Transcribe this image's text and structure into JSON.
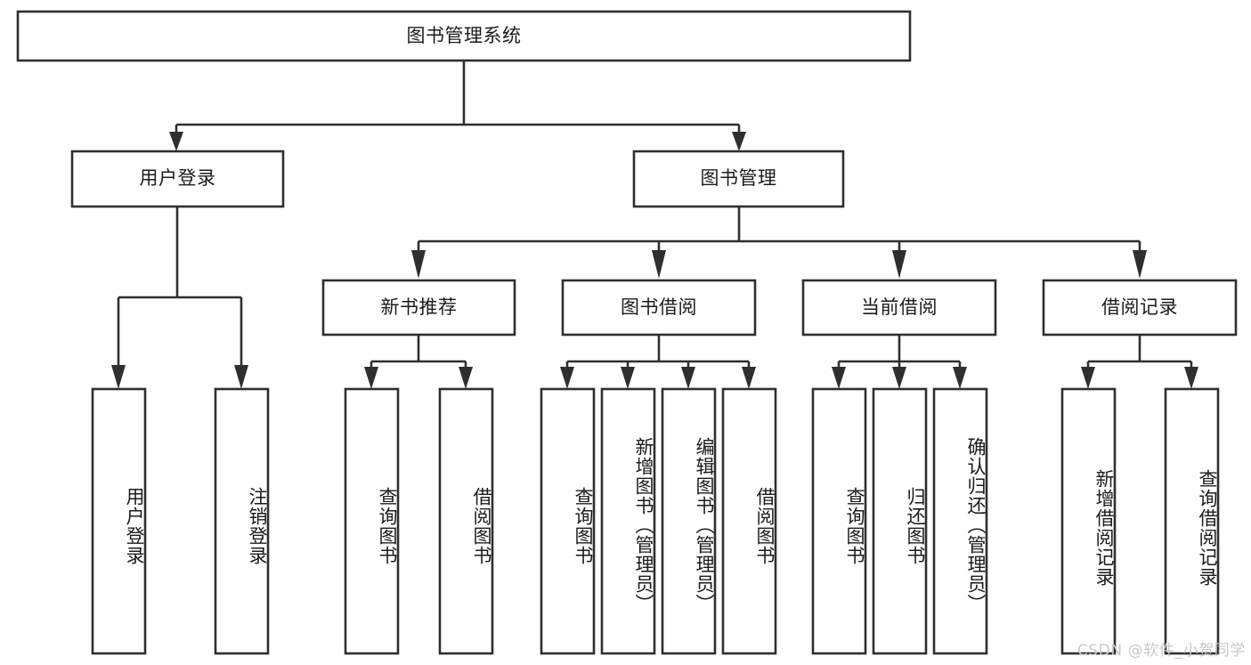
{
  "diagram": {
    "type": "tree-hierarchy-chart",
    "title": "图书管理系统",
    "background_color": "#ffffff",
    "line_color": "#2f2f2f",
    "text_color": "#1b1b1b",
    "root": {
      "label": "图书管理系统"
    },
    "level1": [
      {
        "label": "用户登录"
      },
      {
        "label": "图书管理"
      }
    ],
    "level2": [
      {
        "label": "新书推荐"
      },
      {
        "label": "图书借阅"
      },
      {
        "label": "当前借阅"
      },
      {
        "label": "借阅记录"
      }
    ],
    "leaves": {
      "user_login": [
        {
          "label": "用户登录"
        },
        {
          "label": "注销登录"
        }
      ],
      "new_book_recommend": [
        {
          "label": "查询图书"
        },
        {
          "label": "借阅图书"
        }
      ],
      "book_borrow": [
        {
          "label": "查询图书"
        },
        {
          "label": "新增图书（管理员）"
        },
        {
          "label": "编辑图书（管理员）"
        },
        {
          "label": "借阅图书"
        }
      ],
      "current_borrow": [
        {
          "label": "查询图书"
        },
        {
          "label": "归还图书"
        },
        {
          "label": "确认归还（管理员）"
        }
      ],
      "borrow_record": [
        {
          "label": "新增借阅记录"
        },
        {
          "label": "查询借阅记录"
        }
      ]
    }
  },
  "watermark": {
    "text": "CSDN @软件_小贺同学"
  }
}
